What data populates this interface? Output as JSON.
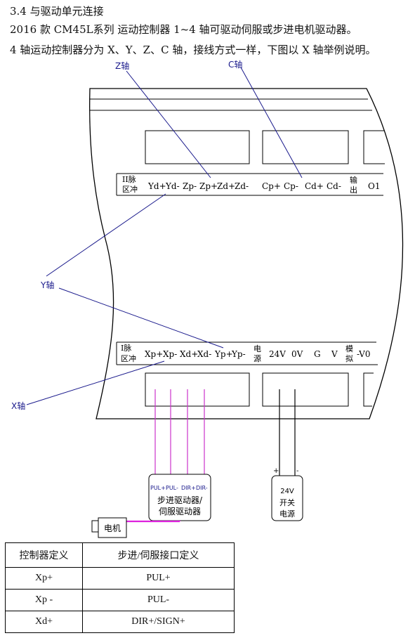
{
  "heading": "3.4 与驱动单元连接",
  "paragraphs": [
    "2016 款 CM45L系列 运动控制器 1~4 轴可驱动伺服或步进电机驱动器。",
    "4 轴运动控制器分为 X、Y、Z、C 轴，接线方式一样，下图以 X 轴举例说明。"
  ],
  "diagram": {
    "axis_labels": {
      "z": "Z轴",
      "c": "C轴",
      "y": "Y轴",
      "x": "X轴"
    },
    "upper_connector": {
      "group_label": [
        "II脉",
        "区冲"
      ],
      "pins": [
        "Yd+",
        "Yd-",
        "Zp-",
        "Zp+",
        "Zd+",
        "Zd-",
        "Cp+",
        "Cp-",
        "Cd+",
        "Cd-"
      ],
      "output_label": [
        "输",
        "出"
      ],
      "output_pin": "O1"
    },
    "lower_connector": {
      "group_label": [
        "I脉",
        "区冲"
      ],
      "pins": [
        "Xp+",
        "Xp-",
        "Xd+",
        "Xd-",
        "Yp+",
        "Yp-"
      ],
      "power_label": [
        "电",
        "源"
      ],
      "power_pins": [
        "24V",
        "0V",
        "G",
        "V"
      ],
      "analog_label": [
        "模",
        "拟"
      ],
      "analog_pin": "-V0"
    },
    "driver_box": {
      "terminals": [
        "PUL+",
        "PUL-",
        "DIR+",
        "DIR-"
      ],
      "name": [
        "步进驱动器/",
        "伺服驱动器"
      ]
    },
    "power_box": {
      "plus": "+",
      "minus": "-",
      "name": [
        "24V",
        "开关",
        "电源"
      ]
    },
    "motor": "电机",
    "colors": {
      "axis_line": "#1a1a8c",
      "signal_wire": "#cc33cc",
      "motor_wire": "#dd22dd"
    }
  },
  "mapping_table": {
    "headers": [
      "控制器定义",
      "步进/伺服接口定义"
    ],
    "rows": [
      [
        "Xp+",
        "PUL+"
      ],
      [
        "Xp -",
        "PUL-"
      ],
      [
        "Xd+",
        "DIR+/SIGN+"
      ]
    ]
  }
}
